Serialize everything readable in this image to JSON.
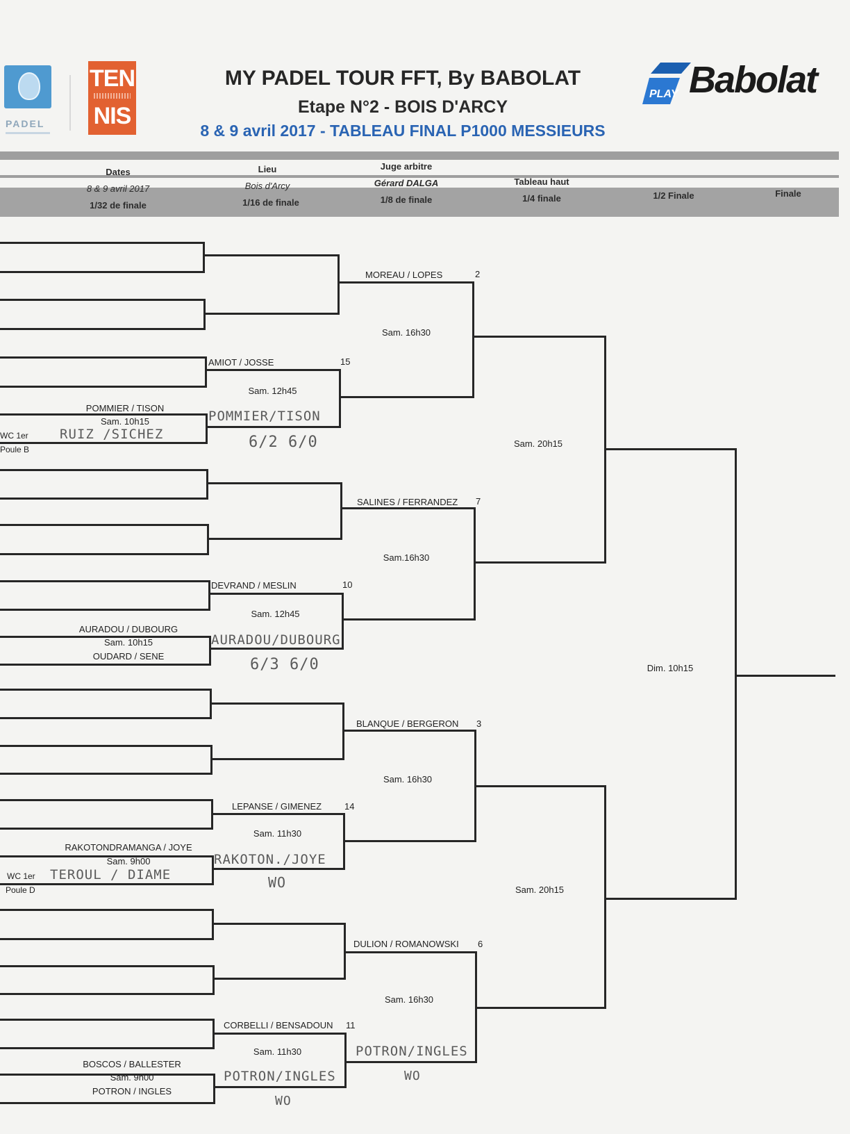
{
  "header": {
    "padel_logo_text": "PADEL",
    "tennis_logo_top": "TEN",
    "tennis_logo_bottom": "NIS",
    "title": "MY PADEL TOUR FFT, By BABOLAT",
    "subtitle": "Etape N°2 - BOIS D'ARCY",
    "subtitle2": "8 & 9 avril 2017 - TABLEAU FINAL P1000 MESSIEURS",
    "babolat_play": "PLAY",
    "babolat_word": "Babolat"
  },
  "info": {
    "dates_label": "Dates",
    "dates_value": "8 & 9 avril 2017",
    "lieu_label": "Lieu",
    "lieu_value": "Bois d'Arcy",
    "juge_label": "Juge arbitre",
    "juge_value": "Gérard DALGA",
    "tableau_label": "Tableau haut",
    "rounds": [
      "1/32 de finale",
      "1/16 de finale",
      "1/8 de finale",
      "1/4 finale",
      "1/2 Finale",
      "Finale"
    ]
  },
  "r16": [
    {
      "name": "AMIOT / JOSSE",
      "seed": "15",
      "time": "Sam. 12h45",
      "hand_winner": "POMMIER/TISON",
      "hand_score": "6/2 6/0"
    },
    {
      "name": "DEVRAND / MESLIN",
      "seed": "10",
      "time": "Sam. 12h45",
      "hand_winner": "AURADOU/DUBOURG",
      "hand_score": "6/3 6/0"
    },
    {
      "name": "LEPANSE / GIMENEZ",
      "seed": "14",
      "time": "Sam. 11h30",
      "hand_winner": "RAKOTON./JOYE",
      "hand_score": "WO"
    },
    {
      "name": "CORBELLI / BENSADOUN",
      "seed": "11",
      "time": "Sam. 11h30",
      "hand_winner": "POTRON/INGLES",
      "hand_score": "WO"
    }
  ],
  "r32": [
    {
      "name": "POMMIER / TISON",
      "time": "Sam. 10h15",
      "hand": "RUIZ /SICHEZ",
      "wc": "WC 1er",
      "poule": "Poule B"
    },
    {
      "name": "AURADOU / DUBOURG",
      "time": "Sam. 10h15",
      "opponent": "OUDARD / SENE"
    },
    {
      "name": "RAKOTONDRAMANGA / JOYE",
      "time": "Sam. 9h00",
      "hand": "TEROUL / DIAME",
      "wc": "WC 1er",
      "poule": "Poule D"
    },
    {
      "name": "BOSCOS / BALLESTER",
      "time": "Sam. 9h00",
      "opponent": "POTRON / INGLES"
    }
  ],
  "r8": [
    {
      "name": "MOREAU / LOPES",
      "seed": "2",
      "time": "Sam. 16h30"
    },
    {
      "name": "SALINES / FERRANDEZ",
      "seed": "7",
      "time": "Sam.16h30"
    },
    {
      "name": "BLANQUE / BERGERON",
      "seed": "3",
      "time": "Sam. 16h30"
    },
    {
      "name": "DULION / ROMANOWSKI",
      "seed": "6",
      "time": "Sam. 16h30",
      "hand_winner": "POTRON/INGLES",
      "hand_score": "WO"
    }
  ],
  "qf": [
    {
      "time": "Sam. 20h15"
    },
    {
      "time": "Sam. 20h15"
    }
  ],
  "sf": {
    "time": "Dim. 10h15"
  }
}
